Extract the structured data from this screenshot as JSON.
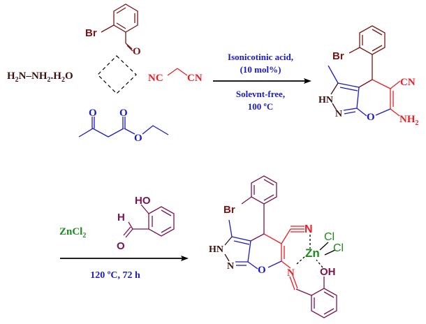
{
  "scheme": {
    "colors": {
      "bromobenzaldehyde": "#7a1414",
      "hydrazine": "#3c1010",
      "malononitrile": "#ee1c24",
      "ethyl_acetoacetate": "#1a1acc",
      "conditions": "#1a1acc",
      "zncl2": "#1e8a1e",
      "salicylaldehyde": "#7a1450",
      "arrow": "#000000",
      "placeholder": "#000000"
    },
    "step1": {
      "reactants": {
        "bromobenzaldehyde": {
          "br_label": "Br",
          "o_label": "O"
        },
        "hydrazine": {
          "h2n": "H",
          "sub2a": "2",
          "n1": "N",
          "bond": "–",
          "nh": "NH",
          "sub2b": "2",
          "dot": ".",
          "h": "H",
          "sub2c": "2",
          "o": "O"
        },
        "malononitrile": {
          "nc": "NC",
          "cn": "CN"
        },
        "ethyl_acetoacetate": {
          "o1": "O",
          "o2": "O",
          "o3": "O"
        }
      },
      "conditions_above": [
        "Isonicotinic acid,",
        "(10 mol%)"
      ],
      "conditions_below": [
        "Solevnt-free,",
        "100 ºC"
      ],
      "product": {
        "br": "Br",
        "cn": "CN",
        "hn": "HN",
        "n": "N",
        "o": "O",
        "nh2": "NH",
        "nh2_sub": "2"
      }
    },
    "step2": {
      "reagent_zncl2": {
        "zn": "ZnCl",
        "sub": "2"
      },
      "salicylaldehyde": {
        "ho": "HO",
        "h": "H",
        "o": "O"
      },
      "conditions_below": "120 ºC, 72 h",
      "product": {
        "br": "Br",
        "n_nitrile": "N",
        "zn": "Zn",
        "cl1": "Cl",
        "cl2": "Cl",
        "hn": "HN",
        "n": "N",
        "o": "O",
        "n_imine": "N",
        "oh": "OH"
      }
    }
  }
}
